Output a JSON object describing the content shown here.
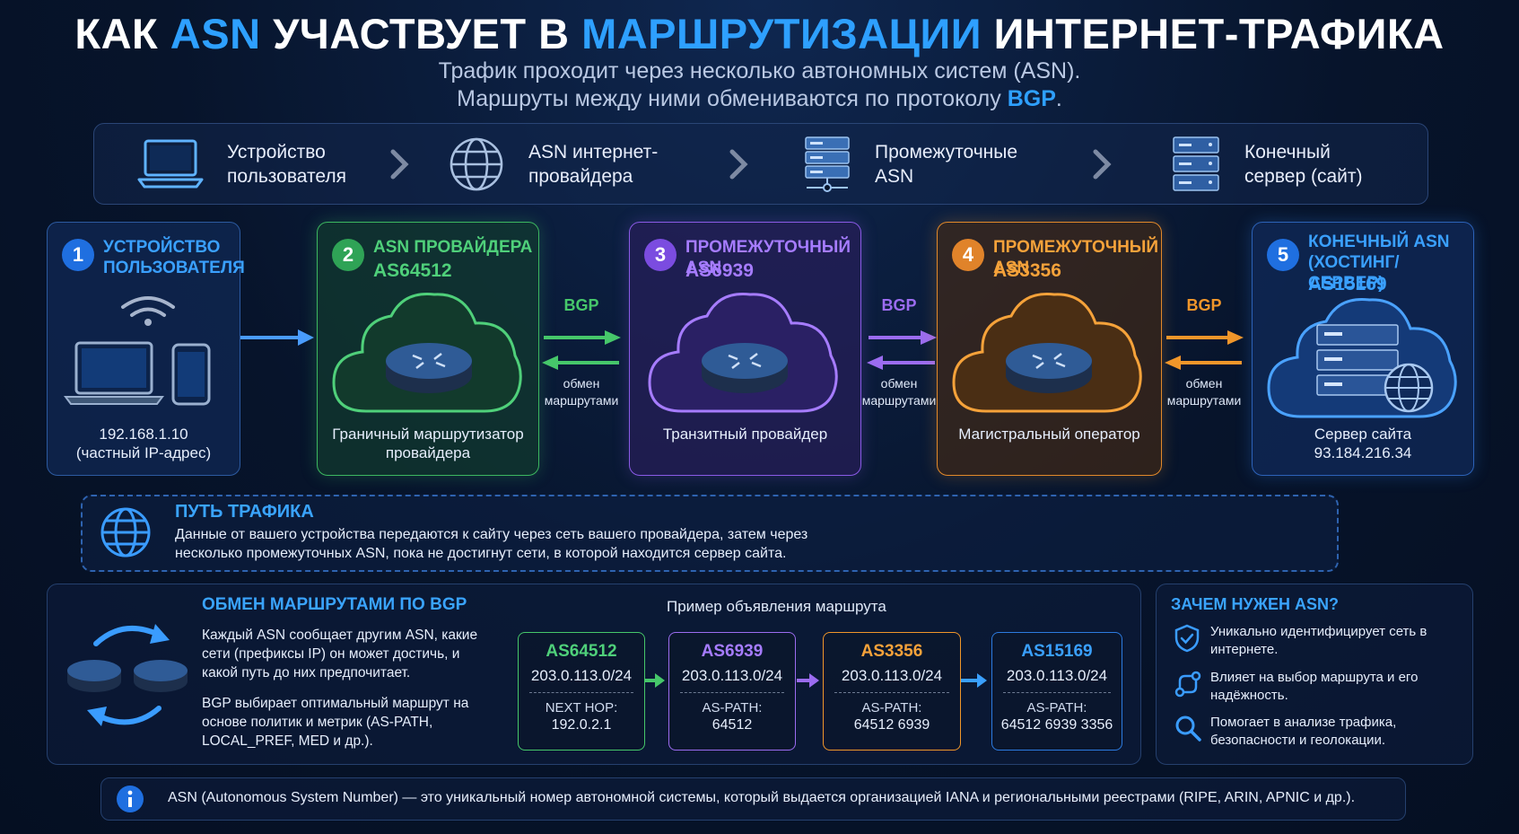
{
  "header": {
    "title_part1": "КАК ",
    "title_hl1": "ASN",
    "title_part2": " УЧАСТВУЕТ В ",
    "title_hl2": "МАРШРУТИЗАЦИИ",
    "title_part3": " ИНТЕРНЕТ-ТРАФИКА",
    "subtitle_line1": "Трафик проходит через несколько автономных систем (ASN).",
    "subtitle_line2_pre": "Маршруты между ними обмениваются по протоколу ",
    "subtitle_line2_bgp": "BGP",
    "subtitle_line2_post": "."
  },
  "flow": [
    {
      "label": "Устройство\nпользователя",
      "icon": "laptop-icon"
    },
    {
      "label": "ASN интернет-\nпровайдера",
      "icon": "globe-icon"
    },
    {
      "label": "Промежуточные\nASN",
      "icon": "server-network-icon"
    },
    {
      "label": "Конечный\nсервер (сайт)",
      "icon": "server-rack-icon"
    }
  ],
  "cards": [
    {
      "num": "1",
      "title": "УСТРОЙСТВО\nПОЛЬЗОВАТЕЛЯ",
      "as": "",
      "desc": "192.168.1.10\n(частный IP-адрес)",
      "color": "#3aa0ff"
    },
    {
      "num": "2",
      "title": "ASN ПРОВАЙДЕРА",
      "as": "AS64512",
      "desc": "Граничный маршрутизатор\nпровайдера",
      "color": "#46c76a"
    },
    {
      "num": "3",
      "title": "ПРОМЕЖУТОЧНЫЙ ASN",
      "as": "AS6939",
      "desc": "Транзитный провайдер",
      "color": "#9b6cf0"
    },
    {
      "num": "4",
      "title": "ПРОМЕЖУТОЧНЫЙ ASN",
      "as": "AS3356",
      "desc": "Магистральный оператор",
      "color": "#f0962a"
    },
    {
      "num": "5",
      "title": "КОНЕЧНЫЙ ASN\n(ХОСТИНГ/СЕРВЕР)",
      "as": "AS15169",
      "desc": "Сервер сайта\n93.184.216.34",
      "color": "#3aa0ff"
    }
  ],
  "links": [
    {
      "label": "BGP",
      "sub": "обмен\nмаршрутами",
      "color": "#46c76a"
    },
    {
      "label": "BGP",
      "sub": "обмен\nмаршрутами",
      "color": "#9b6cf0"
    },
    {
      "label": "BGP",
      "sub": "обмен\nмаршрутами",
      "color": "#f0962a"
    }
  ],
  "path": {
    "title": "ПУТЬ ТРАФИКА",
    "text": "Данные от вашего устройства передаются к сайту через сеть вашего провайдера, затем через несколько промежуточных ASN, пока не достигнут сети, в которой находится сервер сайта."
  },
  "bgp_exchange": {
    "title": "ОБМЕН МАРШРУТАМИ ПО BGP",
    "para1": "Каждый ASN сообщает другим ASN, какие сети (префиксы IP) он может достичь, и какой путь до них предпочитает.",
    "para2": "BGP выбирает оптимальный маршрут на основе политик и метрик (AS-PATH, LOCAL_PREF, MED и др.).",
    "example_title": "Пример объявления маршрута",
    "routes": [
      {
        "as": "AS64512",
        "prefix": "203.0.113.0/24",
        "label": "NEXT HOP:",
        "value": "192.0.2.1",
        "color": "#46c76a"
      },
      {
        "as": "AS6939",
        "prefix": "203.0.113.0/24",
        "label": "AS-PATH:",
        "value": "64512",
        "color": "#9b6cf0"
      },
      {
        "as": "AS3356",
        "prefix": "203.0.113.0/24",
        "label": "AS-PATH:",
        "value": "64512 6939",
        "color": "#f0962a"
      },
      {
        "as": "AS15169",
        "prefix": "203.0.113.0/24",
        "label": "AS-PATH:",
        "value": "64512 6939 3356",
        "color": "#3aa0ff"
      }
    ]
  },
  "why": {
    "title": "ЗАЧЕМ НУЖЕН ASN?",
    "items": [
      {
        "text": "Уникально идентифицирует сеть в интернете.",
        "icon": "shield-check-icon"
      },
      {
        "text": "Влияет на выбор маршрута и его надёжность.",
        "icon": "route-icon"
      },
      {
        "text": "Помогает в анализе трафика, безопасности и геолокации.",
        "icon": "search-icon"
      }
    ]
  },
  "info": {
    "text": "ASN (Autonomous System Number) — это уникальный номер автономной системы, который выдается организацией IANA и региональными реестрами (RIPE, ARIN, APNIC и др.)."
  }
}
